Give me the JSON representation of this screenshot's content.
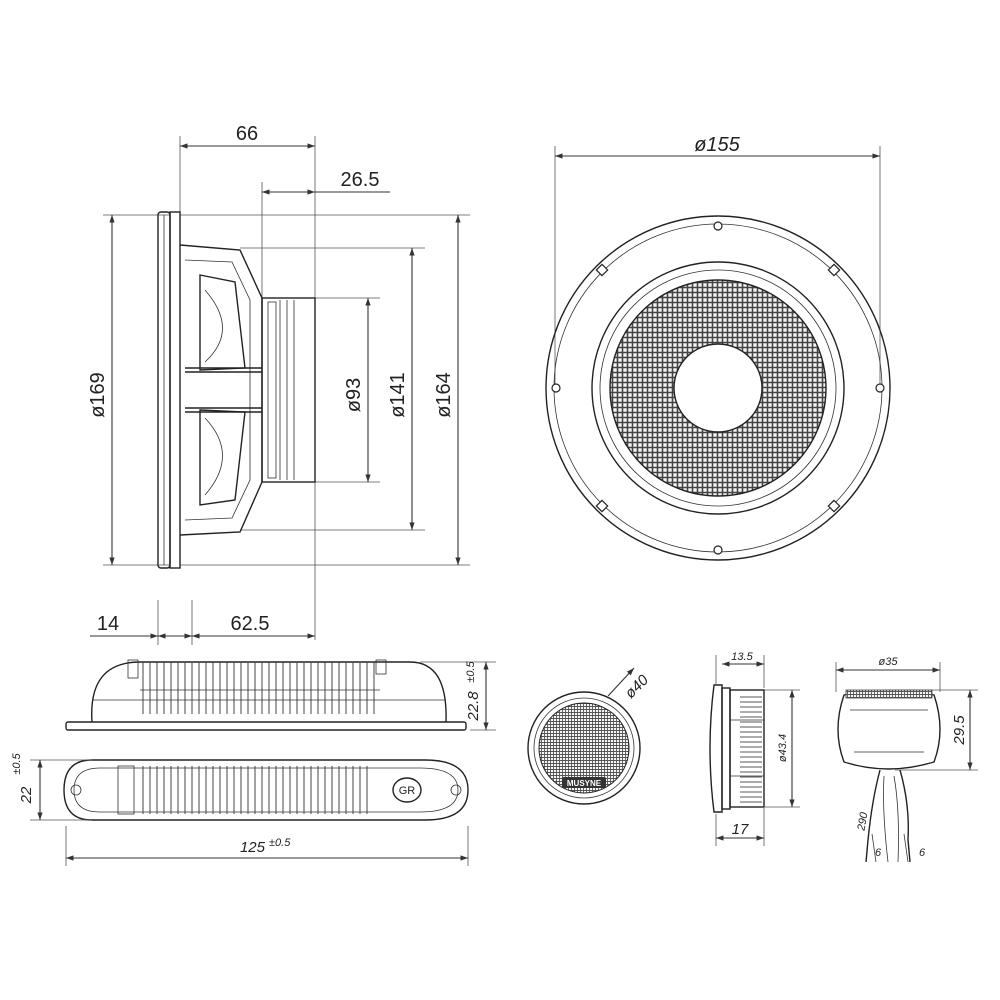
{
  "woofer_side": {
    "depth": "66",
    "magnet_depth": "26.5",
    "outer_diameter": "ø169",
    "magnet_diameter": "ø93",
    "cutout_diameter": "ø141",
    "frame_diameter": "ø164",
    "flange": "14",
    "mount_depth": "62.5"
  },
  "woofer_front": {
    "bolt_circle": "ø155"
  },
  "crossover": {
    "height": "22.8",
    "height_tol": "±0.5",
    "width": "22",
    "width_tol": "±0.5",
    "length": "125",
    "length_tol": "±0.5",
    "badge": "GR"
  },
  "tweeter_front": {
    "diameter": "ø40",
    "brand": "MUSYNE"
  },
  "tweeter_side": {
    "depth": "13.5",
    "diameter": "ø43.4",
    "base": "17"
  },
  "tweeter_cup": {
    "diameter": "ø35",
    "height": "29.5",
    "cable": "290",
    "lead_a": "6",
    "lead_b": "6"
  },
  "colors": {
    "line": "#222222",
    "background": "#ffffff"
  }
}
